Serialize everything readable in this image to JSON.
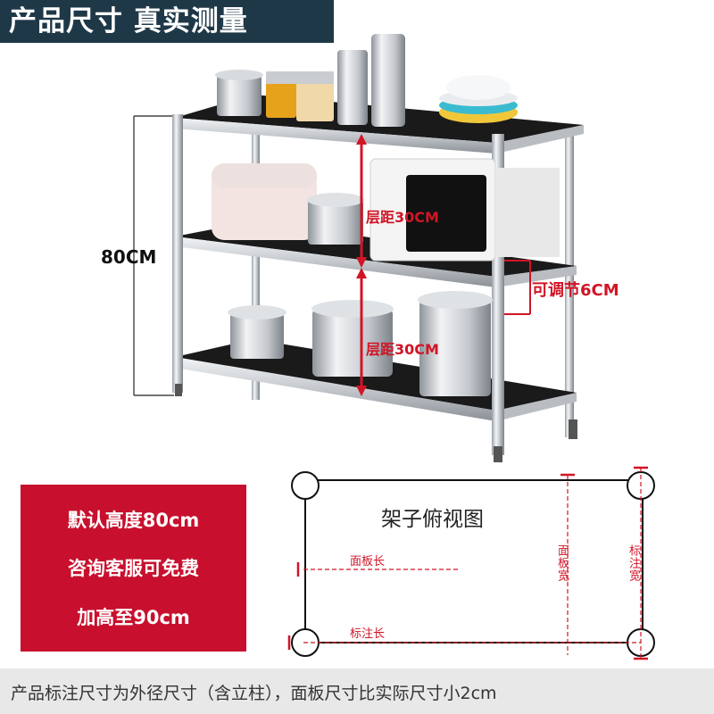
{
  "header": {
    "title": "产品尺寸 真实测量"
  },
  "dimensions": {
    "total_height": "80CM",
    "layer_gap_upper": "层距30CM",
    "layer_gap_lower": "层距30CM",
    "adjustable": "可调节6CM"
  },
  "promo": {
    "line1": "默认高度80cm",
    "line2": "咨询客服可免费",
    "line3": "加高至90cm"
  },
  "top_view": {
    "title": "架子俯视图",
    "panel_length": "面板长",
    "panel_width": "面板宽",
    "marked_length": "标注长",
    "marked_width": "标注宽"
  },
  "footer": {
    "note": "产品标注尺寸为外径尺寸（含立柱），面板尺寸比实际尺寸小2cm"
  },
  "colors": {
    "header_bg": "#1f3848",
    "accent_red": "#c8102e",
    "dimension_red": "#d11526"
  }
}
